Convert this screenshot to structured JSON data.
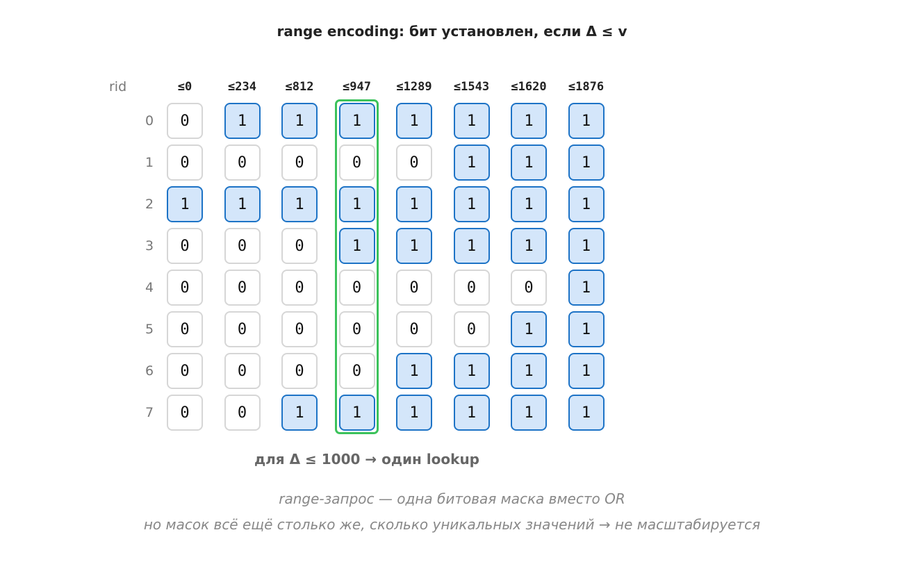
{
  "title": "range encoding: бит установлен, если Δ ≤ v",
  "rid_label": "rid",
  "columns": [
    "≤0",
    "≤234",
    "≤812",
    "≤947",
    "≤1289",
    "≤1543",
    "≤1620",
    "≤1876"
  ],
  "rows": [
    {
      "rid": "0",
      "bits": [
        0,
        1,
        1,
        1,
        1,
        1,
        1,
        1
      ]
    },
    {
      "rid": "1",
      "bits": [
        0,
        0,
        0,
        0,
        0,
        1,
        1,
        1
      ]
    },
    {
      "rid": "2",
      "bits": [
        1,
        1,
        1,
        1,
        1,
        1,
        1,
        1
      ]
    },
    {
      "rid": "3",
      "bits": [
        0,
        0,
        0,
        1,
        1,
        1,
        1,
        1
      ]
    },
    {
      "rid": "4",
      "bits": [
        0,
        0,
        0,
        0,
        0,
        0,
        0,
        1
      ]
    },
    {
      "rid": "5",
      "bits": [
        0,
        0,
        0,
        0,
        0,
        0,
        1,
        1
      ]
    },
    {
      "rid": "6",
      "bits": [
        0,
        0,
        0,
        0,
        1,
        1,
        1,
        1
      ]
    },
    {
      "rid": "7",
      "bits": [
        0,
        0,
        1,
        1,
        1,
        1,
        1,
        1
      ]
    }
  ],
  "highlighted_column": "≤947",
  "note": "для Δ ≤ 1000 → один lookup",
  "footer": [
    "range-запрос — одна битовая маска вместо OR",
    "но масок всё ещё столько же, сколько уникальных значений → не масштабируется"
  ],
  "colors": {
    "bit_on_fill": "#d4e6fa",
    "bit_on_border": "#1d73c6",
    "bit_off_border": "#d6d6d6",
    "highlight": "#3cc25b"
  }
}
